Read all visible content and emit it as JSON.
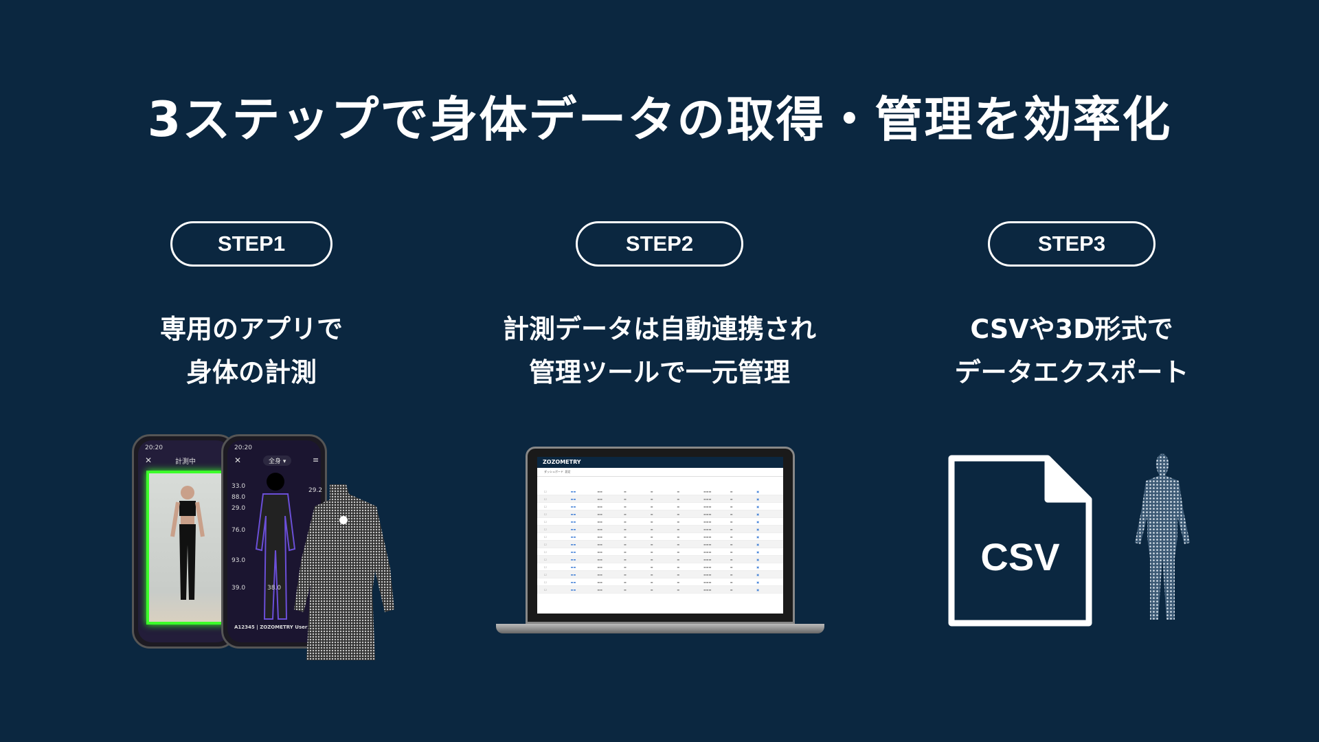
{
  "title": "3ステップで身体データの取得・管理を効率化",
  "steps": [
    {
      "label": "STEP1",
      "lines": [
        "専用のアプリで",
        "身体の計測"
      ]
    },
    {
      "label": "STEP2",
      "lines": [
        "計測データは自動連携され",
        "管理ツールで一元管理"
      ]
    },
    {
      "label": "STEP3",
      "lines": [
        "CSVや3D形式で",
        "データエクスポート"
      ]
    }
  ],
  "phone1": {
    "time": "20:20",
    "header": "計測中"
  },
  "phone2": {
    "time": "20:20",
    "dropdown": "全身",
    "measurements": [
      "33.0",
      "88.0",
      "29.0",
      "76.0",
      "93.0",
      "39.0"
    ],
    "right_measurements": [
      "29.2",
      "38.0"
    ],
    "user": "A12345 | ZOZOMETRY User"
  },
  "laptop": {
    "brand": "ZOZOMETRY",
    "tabs": [
      "ダッシュボード",
      "設定"
    ]
  },
  "csv_icon": {
    "label": "CSV"
  },
  "colors": {
    "background": "#0b2740",
    "scan_green": "#3cff2a",
    "body_purple": "#6b4fd8"
  }
}
